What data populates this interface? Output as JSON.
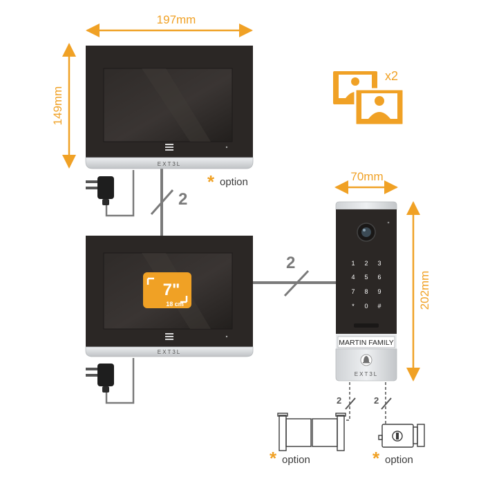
{
  "dimensions": {
    "monitor_width": "197mm",
    "monitor_height": "149mm",
    "panel_width": "70mm",
    "panel_height": "202mm"
  },
  "wires": {
    "monitor_link": "2",
    "panel_link": "2",
    "gate_link": "2",
    "lock_link": "2"
  },
  "brand": "EXT3L",
  "screen_size": {
    "inches": "7\"",
    "cm": "18 cm"
  },
  "keypad": [
    "1",
    "2",
    "3",
    "4",
    "5",
    "6",
    "7",
    "8",
    "9",
    "*",
    "0",
    "#"
  ],
  "nameplate": "MARTIN FAMILY",
  "options": {
    "star": "*",
    "monitor_option": "option",
    "gate_option": "option",
    "lock_option": "option"
  },
  "multiplier": "x2",
  "colors": {
    "accent": "#f0a125",
    "screen": "#2b2725",
    "silver": "#d4d6d8",
    "wire": "#7a7a7a",
    "outline": "#3a3a3a"
  },
  "icons": {
    "photo_memory": "user-photo-icon",
    "gate": "gate-icon",
    "lock": "electric-lock-icon",
    "power": "power-adapter-icon",
    "bell": "bell-icon",
    "camera": "camera-icon"
  }
}
